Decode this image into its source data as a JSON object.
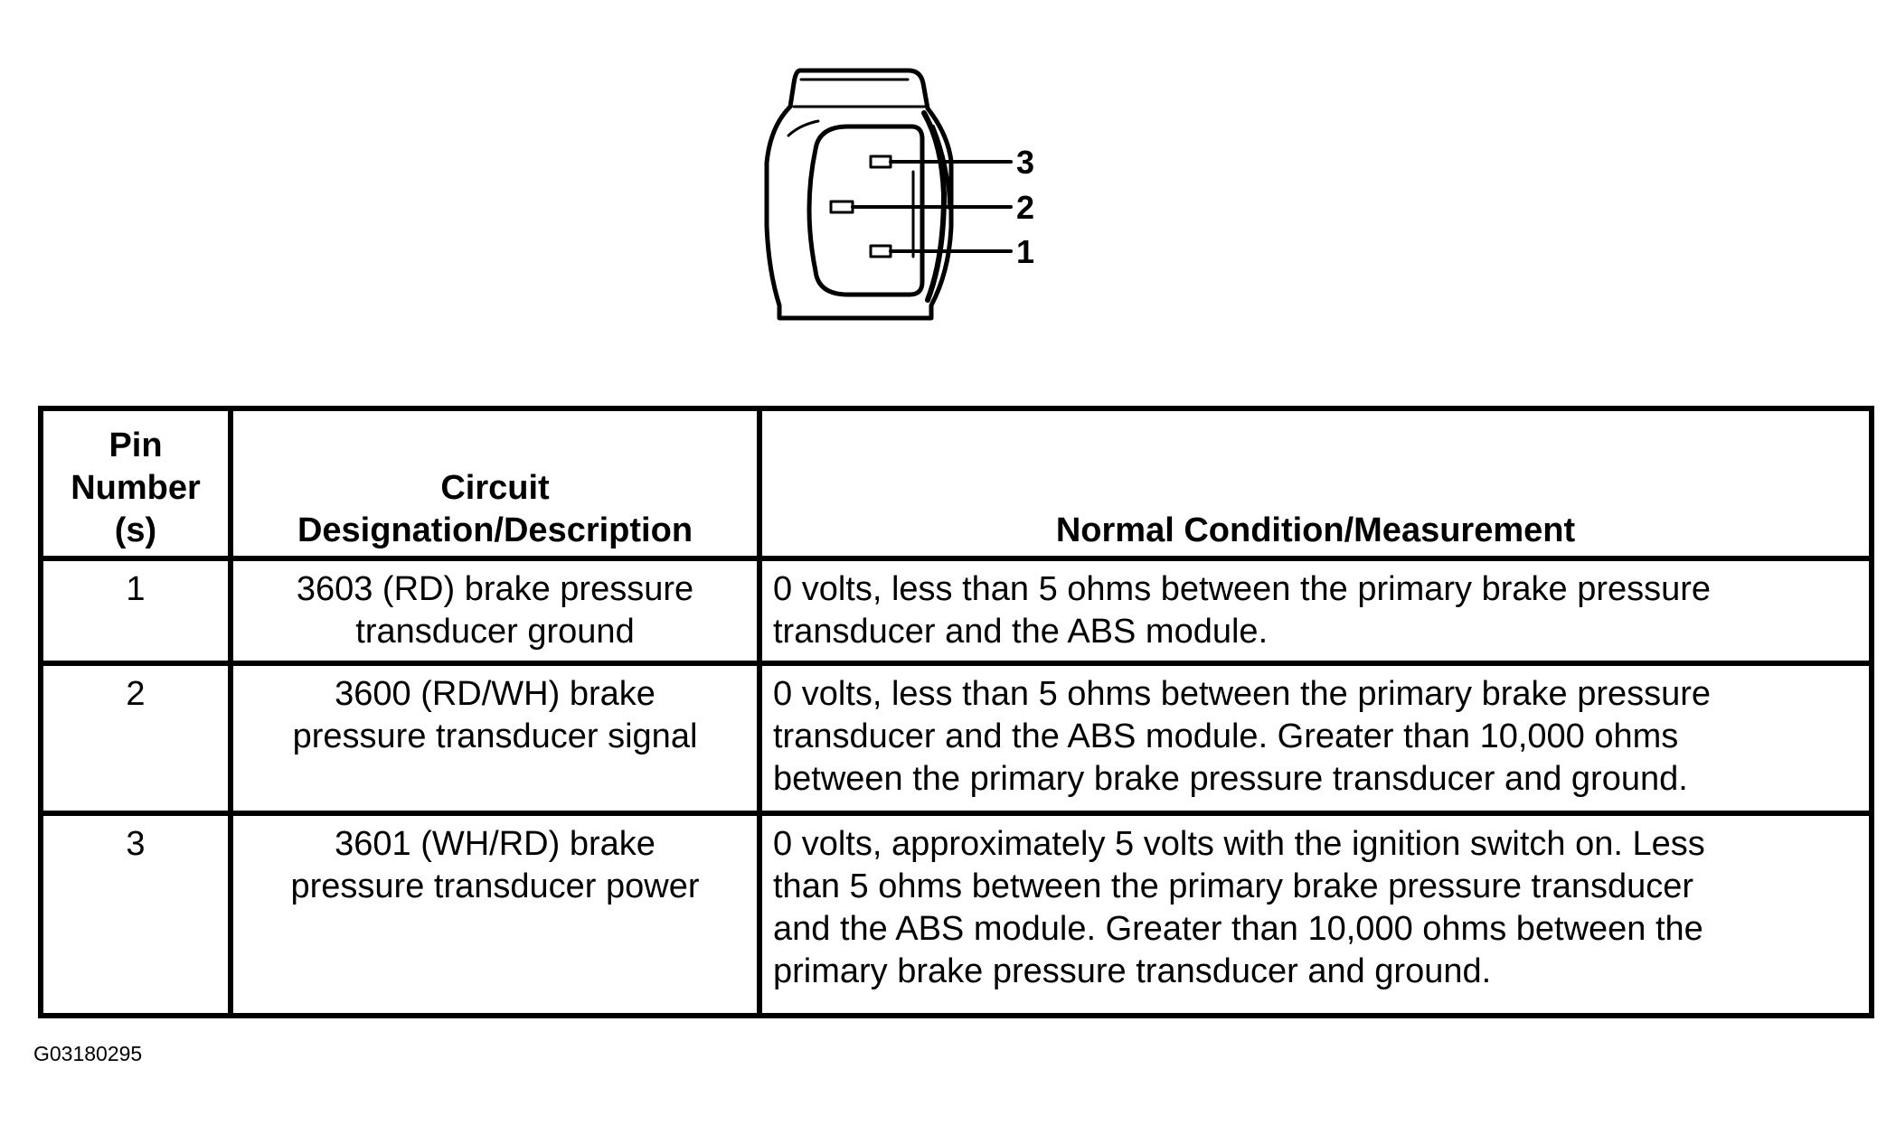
{
  "connector": {
    "pin_labels": [
      "3",
      "2",
      "1"
    ]
  },
  "table": {
    "headers": {
      "pin": "Pin\nNumber\n(s)",
      "circuit": "Circuit\nDesignation/Description",
      "condition": "Normal Condition/Measurement"
    },
    "rows": [
      {
        "pin": "1",
        "circuit": "3603 (RD) brake pressure\ntransducer ground",
        "condition": "0 volts, less than 5 ohms between the primary brake pressure\ntransducer and the ABS module."
      },
      {
        "pin": "2",
        "circuit": "3600 (RD/WH) brake\npressure transducer signal",
        "condition": "0 volts, less than 5 ohms between the primary brake pressure\ntransducer and the ABS module. Greater than 10,000 ohms\nbetween the primary brake pressure transducer and ground."
      },
      {
        "pin": "3",
        "circuit": "3601 (WH/RD) brake\npressure transducer power",
        "condition": "0 volts, approximately 5 volts with the ignition switch on. Less\nthan 5 ohms between the primary brake pressure transducer\nand the ABS module. Greater than 10,000 ohms between the\nprimary brake pressure transducer and ground."
      }
    ]
  },
  "figure_id": "G03180295"
}
